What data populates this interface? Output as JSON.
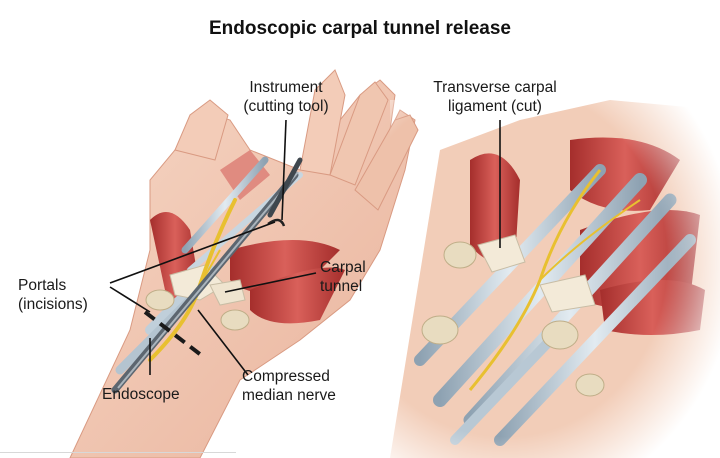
{
  "title": "Endoscopic carpal tunnel release",
  "labels": {
    "instrument": [
      "Instrument",
      "(cutting tool)"
    ],
    "portals": [
      "Portals",
      "(incisions)"
    ],
    "carpal_tunnel": [
      "Carpal",
      "tunnel"
    ],
    "endoscope": "Endoscope",
    "compressed_nerve": [
      "Compressed",
      "median nerve"
    ],
    "ligament": [
      "Transverse carpal",
      "ligament (cut)"
    ]
  },
  "colors": {
    "skin": "#f2c9b4",
    "skin_shadow": "#e4a892",
    "muscle": "#c9423e",
    "tendon": "#b8c8d4",
    "ligament": "#f3ead8",
    "nerve": "#e8c030",
    "bone": "#e8dcc0",
    "instrument": "#5c6670"
  }
}
